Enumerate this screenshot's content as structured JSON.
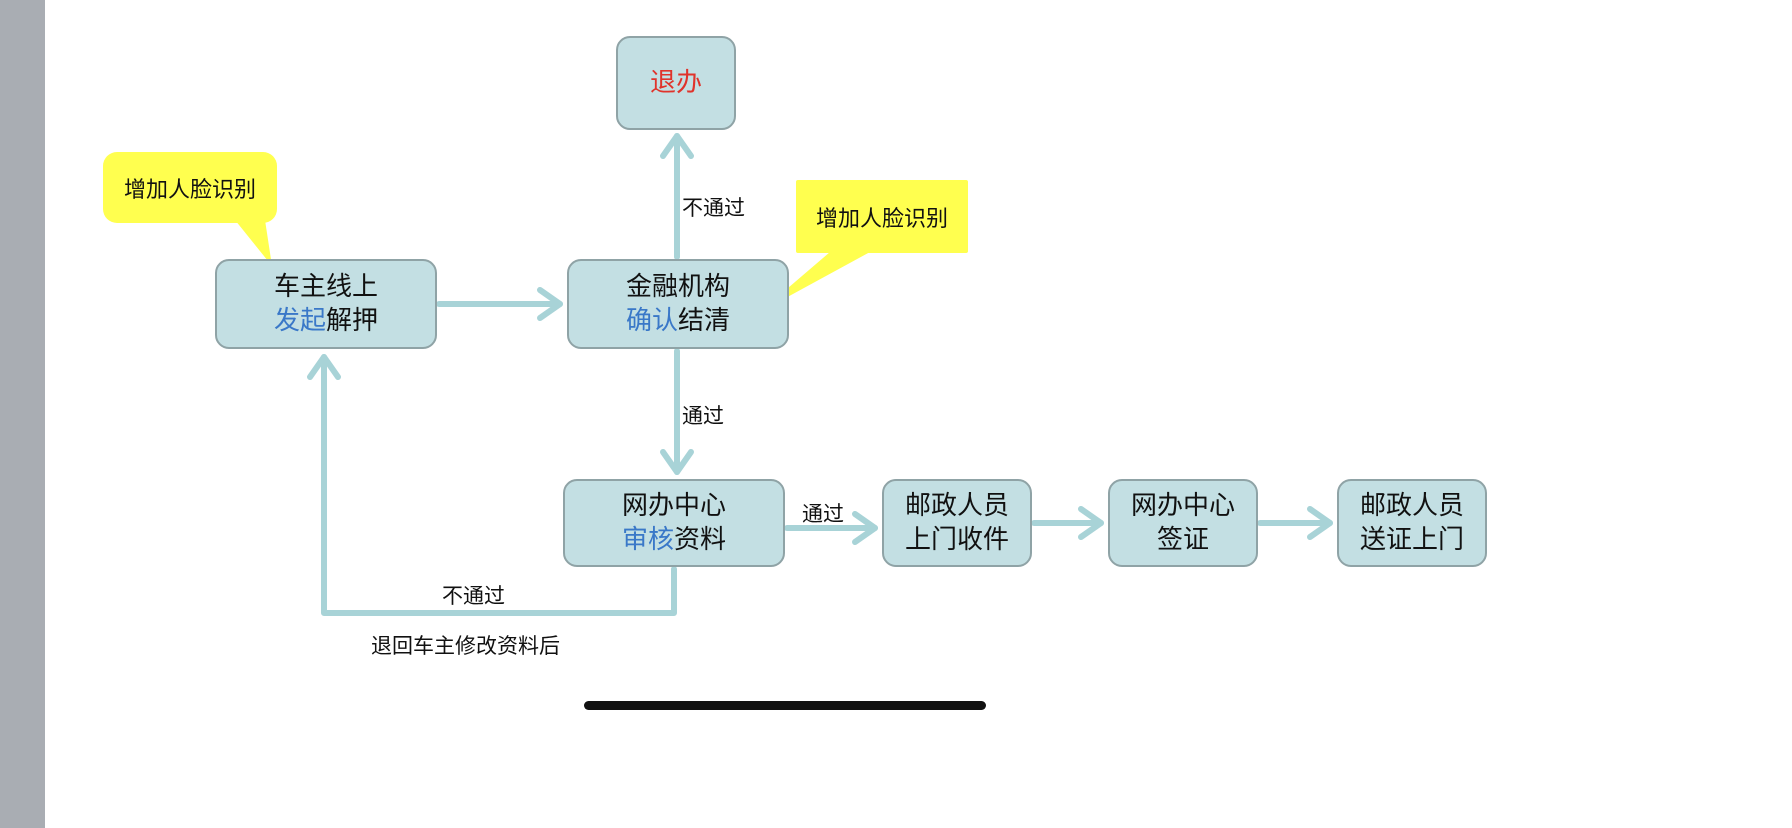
{
  "nodes": {
    "cancel": {
      "text": "退办"
    },
    "owner": {
      "line1": "车主线上",
      "line2_hl": "发起",
      "line2_rest": "解押"
    },
    "bank": {
      "line1": "金融机构",
      "line2_hl": "确认",
      "line2_rest": "结清"
    },
    "review": {
      "line1": "网办中心",
      "line2_hl": "审核",
      "line2_rest": "资料"
    },
    "pickup": {
      "line1": "邮政人员",
      "line2": "上门收件"
    },
    "visa": {
      "line1": "网办中心",
      "line2": "签证"
    },
    "deliver": {
      "line1": "邮政人员",
      "line2": "送证上门"
    }
  },
  "callouts": {
    "left": "增加人脸识别",
    "right": "增加人脸识别"
  },
  "labels": {
    "bank_fail": "不通过",
    "bank_pass": "通过",
    "review_pass": "通过",
    "review_fail": "不通过",
    "review_fail_note": "退回车主修改资料后"
  },
  "colors": {
    "box": "#c3dfe3",
    "arrow": "#a8d3d7",
    "callout": "#ffff4f",
    "highlight": "#3a78c8",
    "danger": "#e0332b"
  }
}
